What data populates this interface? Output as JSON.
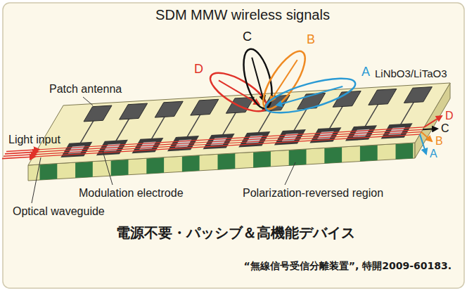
{
  "diagram": {
    "title": "SDM MMW wireless signals",
    "caption": "電源不要・パッシブ＆高機能デバイス",
    "labels": [
      "C",
      "B",
      "D",
      "A",
      "Patch antenna",
      "LiNbO3/LiTaO3",
      "Light input",
      "D",
      "C",
      "B",
      "A",
      "Modulation electrode",
      "Polarization-reversed region",
      "Optical waveguide",
      "“無線信号受信分離装置”, 特開2009-60183."
    ]
  }
}
